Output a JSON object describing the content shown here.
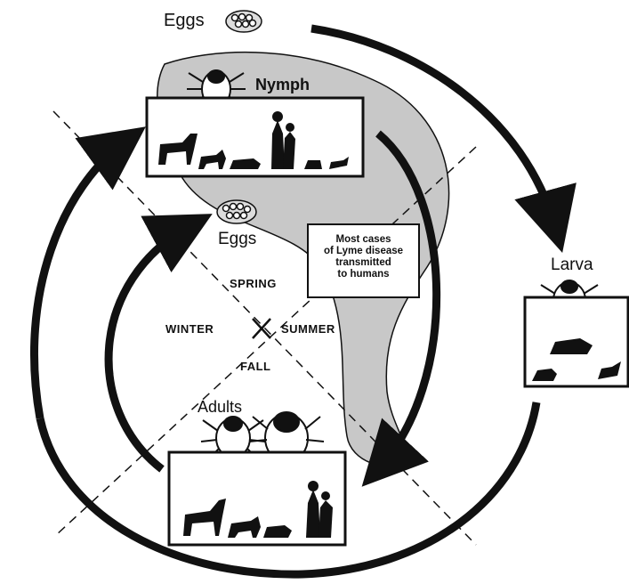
{
  "stages": {
    "eggs_top": "Eggs",
    "nymph": "Nymph",
    "eggs_center": "Eggs",
    "larva": "Larva",
    "adults": "Adults"
  },
  "seasons": {
    "spring": "SPRING",
    "summer": "SUMMER",
    "fall": "FALL",
    "winter": "WINTER"
  },
  "note_lines": [
    "Most cases",
    "of Lyme disease",
    "transmitted",
    "to humans"
  ],
  "colors": {
    "ink": "#111111",
    "shade": "#c8c8c8",
    "background": "#ffffff"
  }
}
